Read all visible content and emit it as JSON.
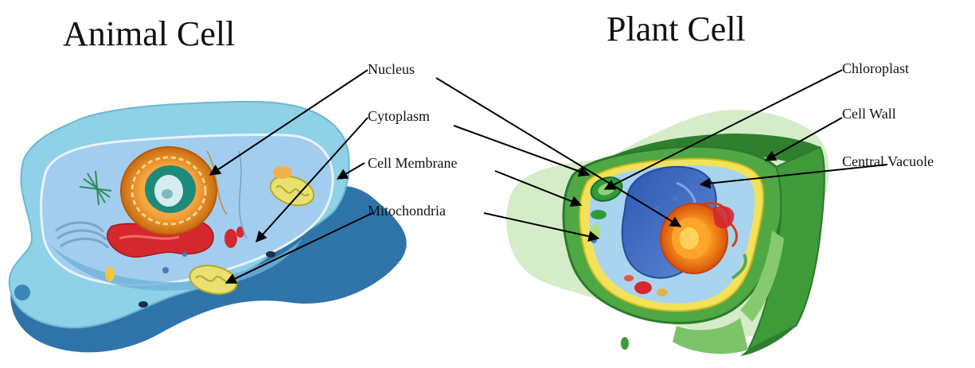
{
  "titles": {
    "animal": "Animal Cell",
    "plant": "Plant Cell"
  },
  "labels": {
    "nucleus": "Nucleus",
    "cytoplasm": "Cytoplasm",
    "cell_membrane": "Cell Membrane",
    "mitochondria": "Mitochondria",
    "chloroplast": "Chloroplast",
    "cell_wall": "Cell Wall",
    "central_vacuole": "Central Vacuole"
  },
  "colors": {
    "animal_membrane": "#8ccfe4",
    "animal_cytoplasm": "#9bc9ea",
    "animal_shadow": "#2f74a8",
    "nucleus_outer": "#f3a43a",
    "nucleolus": "#1e8a7a",
    "mitochondria": "#e8e070",
    "er_red": "#d4282e",
    "plant_wall": "#3f9a3a",
    "plant_wall_light": "#7dc36a",
    "plant_halo": "#cfe9c0",
    "vacuole": "#3f6ec4",
    "chloroplast": "#2e9b3a",
    "plant_nucleus": "#f07a10",
    "arrow": "#000000"
  }
}
